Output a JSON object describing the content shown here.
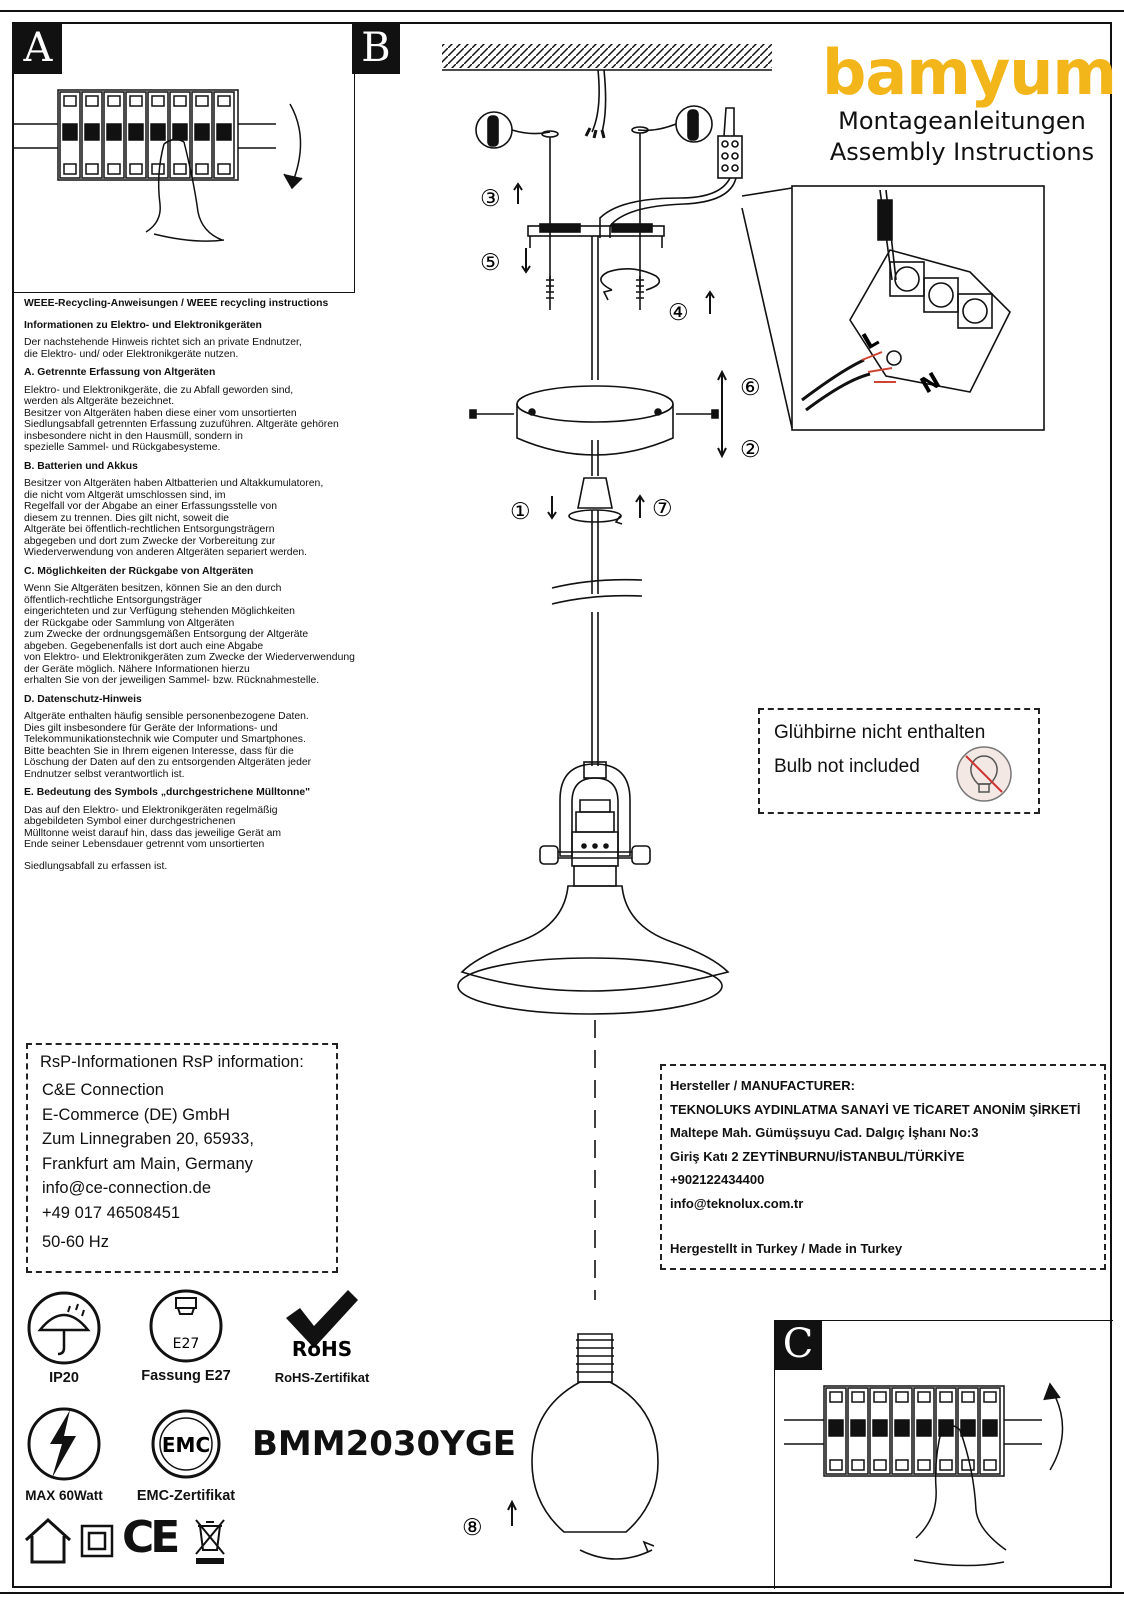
{
  "panels": {
    "a": "A",
    "b": "B",
    "c": "C"
  },
  "brand": {
    "logo": "bamyum",
    "title_de": "Montageanleitungen",
    "title_en": "Assembly Instructions",
    "logo_color": "#f2b51a"
  },
  "weee": {
    "title": "WEEE-Recycling-Anweisungen / WEEE recycling instructions",
    "intro_heading": "Informationen zu Elektro- und Elektronikgeräten",
    "intro_text": "Der nachstehende Hinweis richtet sich an private Endnutzer,\n die Elektro- und/ oder Elektronikgeräte nutzen.",
    "sections": [
      {
        "heading": "A. Getrennte Erfassung von Altgeräten",
        "text": "Elektro- und Elektronikgeräte, die zu Abfall geworden sind,\n werden als Altgeräte bezeichnet.\nBesitzer von Altgeräten haben diese einer vom unsortierten\nSiedlungsabfall getrennten Erfassung zuzuführen. Altgeräte gehören\ninsbesondere nicht in den Hausmüll, sondern in\nspezielle Sammel- und Rückgabesysteme."
      },
      {
        "heading": "B. Batterien und Akkus",
        "text": "Besitzer von Altgeräten haben Altbatterien und Altakkumulatoren,\n die nicht vom Altgerät umschlossen sind, im\nRegelfall vor der Abgabe an einer Erfassungsstelle von\ndiesem zu trennen. Dies gilt nicht, soweit die\nAltgeräte bei öffentlich-rechtlichen Entsorgungsträgern\nabgegeben und dort zum Zwecke der Vorbereitung zur\nWiederverwendung von anderen Altgeräten separiert werden."
      },
      {
        "heading": "C. Möglichkeiten der Rückgabe von Altgeräten",
        "text": "Wenn Sie Altgeräten besitzen, können Sie an den durch\nöffentlich-rechtliche Entsorgungsträger\neingerichteten und zur Verfügung stehenden Möglichkeiten\nder Rückgabe oder Sammlung von Altgeräten\n zum Zwecke der ordnungsgemäßen Entsorgung der Altgeräte\nabgeben. Gegebenenfalls ist dort auch eine Abgabe\n von Elektro- und Elektronikgeräten zum Zwecke der Wiederverwendung\nder Geräte möglich. Nähere Informationen hierzu\nerhalten Sie von der jeweiligen Sammel- bzw. Rücknahmestelle."
      },
      {
        "heading": "D. Datenschutz-Hinweis",
        "text": "Altgeräte enthalten häufig sensible personenbezogene Daten.\nDies gilt insbesondere für Geräte der Informations- und\nTelekommunikationstechnik wie Computer und Smartphones.\n Bitte beachten Sie in Ihrem eigenen Interesse, dass für die\nLöschung der Daten auf den zu entsorgenden Altgeräten jeder\nEndnutzer selbst verantwortlich ist."
      },
      {
        "heading": "E. Bedeutung des Symbols „durchgestrichene Mülltonne\"",
        "text": "Das auf den Elektro- und Elektronikgeräten regelmäßig\n abgebildeten Symbol einer durchgestrichenen\nMülltonne weist darauf hin, dass das jeweilige Gerät am\nEnde seiner Lebensdauer getrennt vom unsortierten"
      }
    ],
    "closing": "Siedlungsabfall zu erfassen ist."
  },
  "steps": [
    "①",
    "②",
    "③",
    "④",
    "⑤",
    "⑥",
    "⑦",
    "⑧"
  ],
  "terminals": {
    "live": "L",
    "neutral": "N"
  },
  "bulb_note": {
    "de": "Glühbirne nicht enthalten",
    "en": "Bulb not included"
  },
  "rsp": {
    "title": "RsP-Informationen RsP information:",
    "lines": [
      "C&E Connection",
      "E-Commerce (DE) GmbH",
      "Zum Linnegraben 20, 65933,",
      "Frankfurt am Main, Germany",
      "info@ce-connection.de",
      "+49 017 46508451",
      "50-60 Hz"
    ]
  },
  "manufacturer": {
    "lines": [
      "Hersteller / MANUFACTURER:",
      "TEKNOLUKS AYDINLATMA SANAYİ VE TİCARET ANONİM ŞİRKETİ",
      "Maltepe Mah. Gümüşsuyu Cad. Dalgıç İşhanı No:3",
      "Giriş Katı 2 ZEYTİNBURNU/İSTANBUL/TÜRKİYE",
      "+902122434400",
      "info@teknolux.com.tr"
    ],
    "made_in": "Hergestellt in Turkey / Made in Turkey"
  },
  "badges": {
    "ip_label": "IP20",
    "socket_icon_text": "E27",
    "socket_label": "Fassung E27",
    "rohs_icon_text": "RoHS",
    "rohs_label": "RoHS-Zertifikat",
    "power_label": "MAX 60Watt",
    "emc_icon_text": "EMC",
    "emc_label": "EMC-Zertifikat",
    "ce_text": "CE"
  },
  "model": "BMM2030YGE"
}
